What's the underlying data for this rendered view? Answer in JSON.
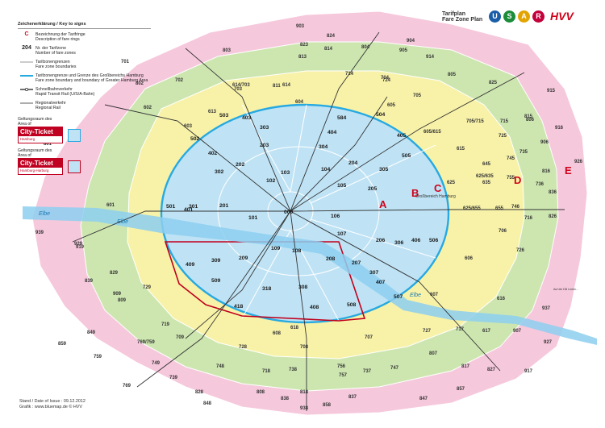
{
  "header": {
    "plan_title": "Tarifplan",
    "plan_subtitle": "Fare Zone Plan",
    "logo_letters": [
      "U",
      "S",
      "A",
      "R"
    ],
    "logo_colors": [
      "#1b5ea8",
      "#1a8c3a",
      "#e2a400",
      "#c4003a"
    ],
    "brand": "HVV"
  },
  "legend": {
    "heading": "Zeichenerklärung / Key to signs",
    "items": [
      {
        "symbol": "C",
        "text_de": "Bezeichnung der Tarifringe",
        "text_en": "Description of fare rings"
      },
      {
        "symbol": "204",
        "text_de": "Nr. der Tarifzone",
        "text_en": "Number of fare zones"
      },
      {
        "symbol": "",
        "text_de": "Tarifzonengrenzen",
        "text_en": "Fare zone boundaries"
      },
      {
        "symbol": "",
        "text_de": "Tarifzonengrenze und Grenze des Großbereichs Hamburg",
        "text_en": "Fare zone boundary and boundary of Greater Hamburg Area"
      },
      {
        "symbol": "",
        "text_de": "Schnellbahnverkehr",
        "text_en": "Rapid Transit Rail (U/S/A-Bahn)"
      },
      {
        "symbol": "",
        "text_de": "Regionalverkehr",
        "text_en": "Regional Rail"
      }
    ],
    "tickets": [
      {
        "caption_de": "Geltungsraum des",
        "caption_en": "Area of",
        "label": "City-Ticket",
        "fine": "Tarifbereich",
        "area": "Hamburg"
      },
      {
        "caption_de": "Geltungsraum des",
        "caption_en": "Area of",
        "label": "City-Ticket",
        "fine": "Tarifbereich",
        "area": "Hamburg-Harburg"
      }
    ]
  },
  "footer": {
    "stand": "Stand / Date of Issue : 09.12.2012",
    "grafik": "Grafik : www.bluemap.de © HVV"
  },
  "rings": [
    "A",
    "B",
    "C",
    "D",
    "E"
  ],
  "ring_colors": {
    "inner_blue": "#bfe3f5",
    "ring_yellow": "#f8f2a8",
    "ring_green": "#cde6b0",
    "ring_pink": "#f6c8dc",
    "boundary_blue": "#27a9e1",
    "harburg_red": "#c0001d",
    "ring_letter": "#d0021b",
    "rail": "#333333"
  },
  "place_names": {
    "elbe_west": "Elbe",
    "elbe_center": "Elbe",
    "elbe_center2": "Elbe",
    "grossbereich": "Großbereich Hamburg",
    "note": "Auf die DB Linien..."
  },
  "zones": {
    "inner": [
      "000",
      "101",
      "102",
      "103",
      "104",
      "105",
      "106",
      "107",
      "108",
      "109",
      "201",
      "202",
      "203",
      "204",
      "205",
      "206",
      "207",
      "208",
      "209",
      "301",
      "302",
      "303",
      "304",
      "305",
      "306",
      "307",
      "308",
      "309",
      "318",
      "401",
      "402",
      "403",
      "404",
      "405",
      "406",
      "407",
      "408",
      "409",
      "418",
      "501",
      "502",
      "503",
      "504",
      "505",
      "506",
      "507",
      "508",
      "509",
      "584"
    ],
    "ring_c": [
      "602",
      "603",
      "604",
      "605",
      "605/615",
      "606",
      "607",
      "608",
      "613",
      "614",
      "614/703",
      "615",
      "616",
      "617",
      "618",
      "625",
      "625/635",
      "625/655",
      "635",
      "645",
      "655",
      "706",
      "716",
      "726"
    ],
    "ring_d": [
      "701",
      "702",
      "703",
      "704",
      "705",
      "705/715",
      "707",
      "708",
      "709",
      "714",
      "715",
      "717",
      "718",
      "719",
      "724",
      "725",
      "727",
      "728",
      "729",
      "735",
      "736",
      "737",
      "738",
      "739",
      "745",
      "746",
      "747",
      "748",
      "749",
      "755",
      "756",
      "757",
      "759",
      "769",
      "769/759",
      "816",
      "826",
      "836"
    ],
    "ring_e": [
      "601",
      "801",
      "802",
      "803",
      "804",
      "805",
      "806",
      "807",
      "808",
      "809",
      "811",
      "813",
      "814",
      "815",
      "817",
      "818",
      "823",
      "824",
      "825",
      "827",
      "828",
      "829",
      "837",
      "838",
      "839",
      "847",
      "848",
      "849",
      "857",
      "858",
      "859",
      "903",
      "904",
      "905",
      "906",
      "907",
      "909",
      "914",
      "915",
      "916",
      "917",
      "919",
      "926",
      "927",
      "929",
      "937",
      "938",
      "939"
    ]
  }
}
